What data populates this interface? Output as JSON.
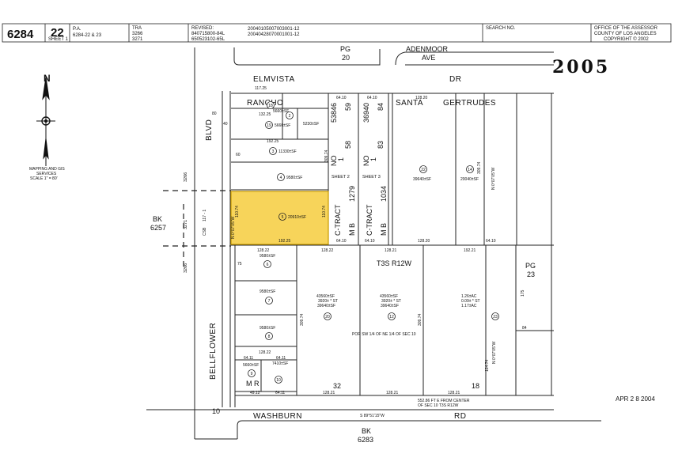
{
  "header": {
    "map_book": "6284",
    "page": "22",
    "sheet": "SHEET 1",
    "pa_label": "P.A.",
    "pa_value": "6284-22 & 23",
    "tra_label": "TRA",
    "tra_values": [
      "3266",
      "3271"
    ],
    "revised_label": "REVISED:",
    "revised_values": [
      "840715800-84L",
      "650523102-65L"
    ],
    "revised_values_2": [
      "20040105007003001-12",
      "20040428070001001-12"
    ],
    "search_label": "SEARCH NO.",
    "office": [
      "OFFICE OF THE ASSESSOR",
      "COUNTY OF LOS ANGELES",
      "COPYRIGHT © 2002"
    ]
  },
  "legend": {
    "north_label": "N",
    "scale_text": [
      "MAPPING AND GIS",
      "SERVICES",
      "SCALE 1\" = 80'"
    ]
  },
  "stamps": {
    "year": "2005",
    "date": "APR 2 8 2004"
  },
  "streets": {
    "elmvista": "ELMVISTA",
    "elmvista_dr": "DR",
    "adenmoor": "ADENMOOR",
    "adenmoor_ave": "AVE",
    "rancho": "RANCHO",
    "santa": "SANTA",
    "gertrudes": "GERTRUDES",
    "blvd": "BLVD",
    "bellflower": "BELLFLOWER",
    "washburn": "WASHBURN",
    "rd": "RD"
  },
  "references": {
    "pg20": [
      "PG",
      "20"
    ],
    "pg23": [
      "PG",
      "23"
    ],
    "bk6257": [
      "BK",
      "6257"
    ],
    "bk6283": [
      "BK",
      "6283"
    ],
    "tra_3266_top": "3266",
    "tra_3271": "3271",
    "tra_3266_bottom": "3266",
    "township": "T3S R12W",
    "por_desc": "POR SW 1/4 OF NE 1/4 OF SEC 10",
    "sec_desc": [
      "552.86 FT E FROM CENTER",
      "OF SEC 10 T3S R12W"
    ],
    "sec_10": "10",
    "sec_32": "32",
    "sec_18": "18",
    "bearing": "S 89°51'15\"W",
    "mr": "M R",
    "css": "CSB",
    "css_num": "117 - 1"
  },
  "tracts": [
    {
      "label": "C-TRACT",
      "no": "NO",
      "nums": [
        "53846",
        "59",
        "1",
        "58"
      ],
      "sheet": "SHEET 2",
      "mb": "M B",
      "mbnum": "1279"
    },
    {
      "label": "C-TRACT",
      "no": "NO",
      "nums": [
        "36940",
        "84",
        "1",
        "83"
      ],
      "sheet": "SHEET 3",
      "mb": "M B",
      "mbnum": "1034"
    }
  ],
  "parcels": [
    {
      "id": "18",
      "area": "5660±SF",
      "highlight": false
    },
    {
      "id": "19",
      "area": "5660±SF",
      "highlight": false
    },
    {
      "id": "2",
      "area": "5230±SF",
      "highlight": false
    },
    {
      "id": "3",
      "area": "11330±SF",
      "highlight": false
    },
    {
      "id": "4",
      "area": "9580±SF",
      "highlight": false
    },
    {
      "id": "5",
      "area": "20910±SF",
      "highlight": true
    },
    {
      "id": "6",
      "area": "9580±SF",
      "highlight": false
    },
    {
      "id": "7",
      "area": "9580±SF",
      "highlight": false
    },
    {
      "id": "8",
      "area": "9580±SF",
      "highlight": false
    },
    {
      "id": "9",
      "area": "5660±SF",
      "highlight": false
    },
    {
      "id": "10",
      "area": "7410±SF",
      "highlight": false
    },
    {
      "id": "20",
      "area": "43560±SF",
      "extra": [
        "3920± * ST",
        "39640±SF"
      ],
      "highlight": false
    },
    {
      "id": "12",
      "area": "43560±SF",
      "extra": [
        "3920± * ST",
        "39640±SF"
      ],
      "highlight": false
    },
    {
      "id": "22",
      "area": "39640±SF",
      "highlight": false
    },
    {
      "id": "14",
      "area": "20040±SF",
      "highlight": false
    },
    {
      "id": "23",
      "area": "1.26±AC",
      "extra": [
        "0.09± * ST",
        "1.17±AC"
      ],
      "highlight": false
    }
  ],
  "dims": {
    "d117_25": "117.25",
    "d132_25": "132.25",
    "d64_10a": "64.10",
    "d64_10b": "64.10",
    "d128_20": "128.20",
    "d192_25a": "192.25",
    "d192_25b": "192.25",
    "d128_22a": "128.22",
    "d128_22b": "128.22",
    "d64_10c": "64.10",
    "d64_10d": "64.10",
    "d128_21a": "128.21",
    "d128_21b": "128.21",
    "d128_20b": "128.20",
    "d192_21": "192.21",
    "d64_10e": "64.10",
    "d309_74a": "309.74",
    "d309_74b": "309.74",
    "d309_74c": "309.74",
    "d309_74d": "309.74",
    "d110_74a": "110.74",
    "d110_74b": "110.74",
    "d64_11": "64.11",
    "d64_11b": "64.11",
    "d49_12": "49.12",
    "d64_11c": "64.11",
    "d128_22c": "128.22",
    "d128_21c": "128.21",
    "d128_21d": "128.21",
    "d80": "80",
    "d40": "40",
    "d60": "60",
    "d75": "75",
    "d84": "84",
    "d175": "175",
    "d124": "124.74",
    "bear1": "N 0°07'05\"W",
    "bear2": "N 0°07'05\"W",
    "bear3": "N 0°07'05\"W"
  }
}
